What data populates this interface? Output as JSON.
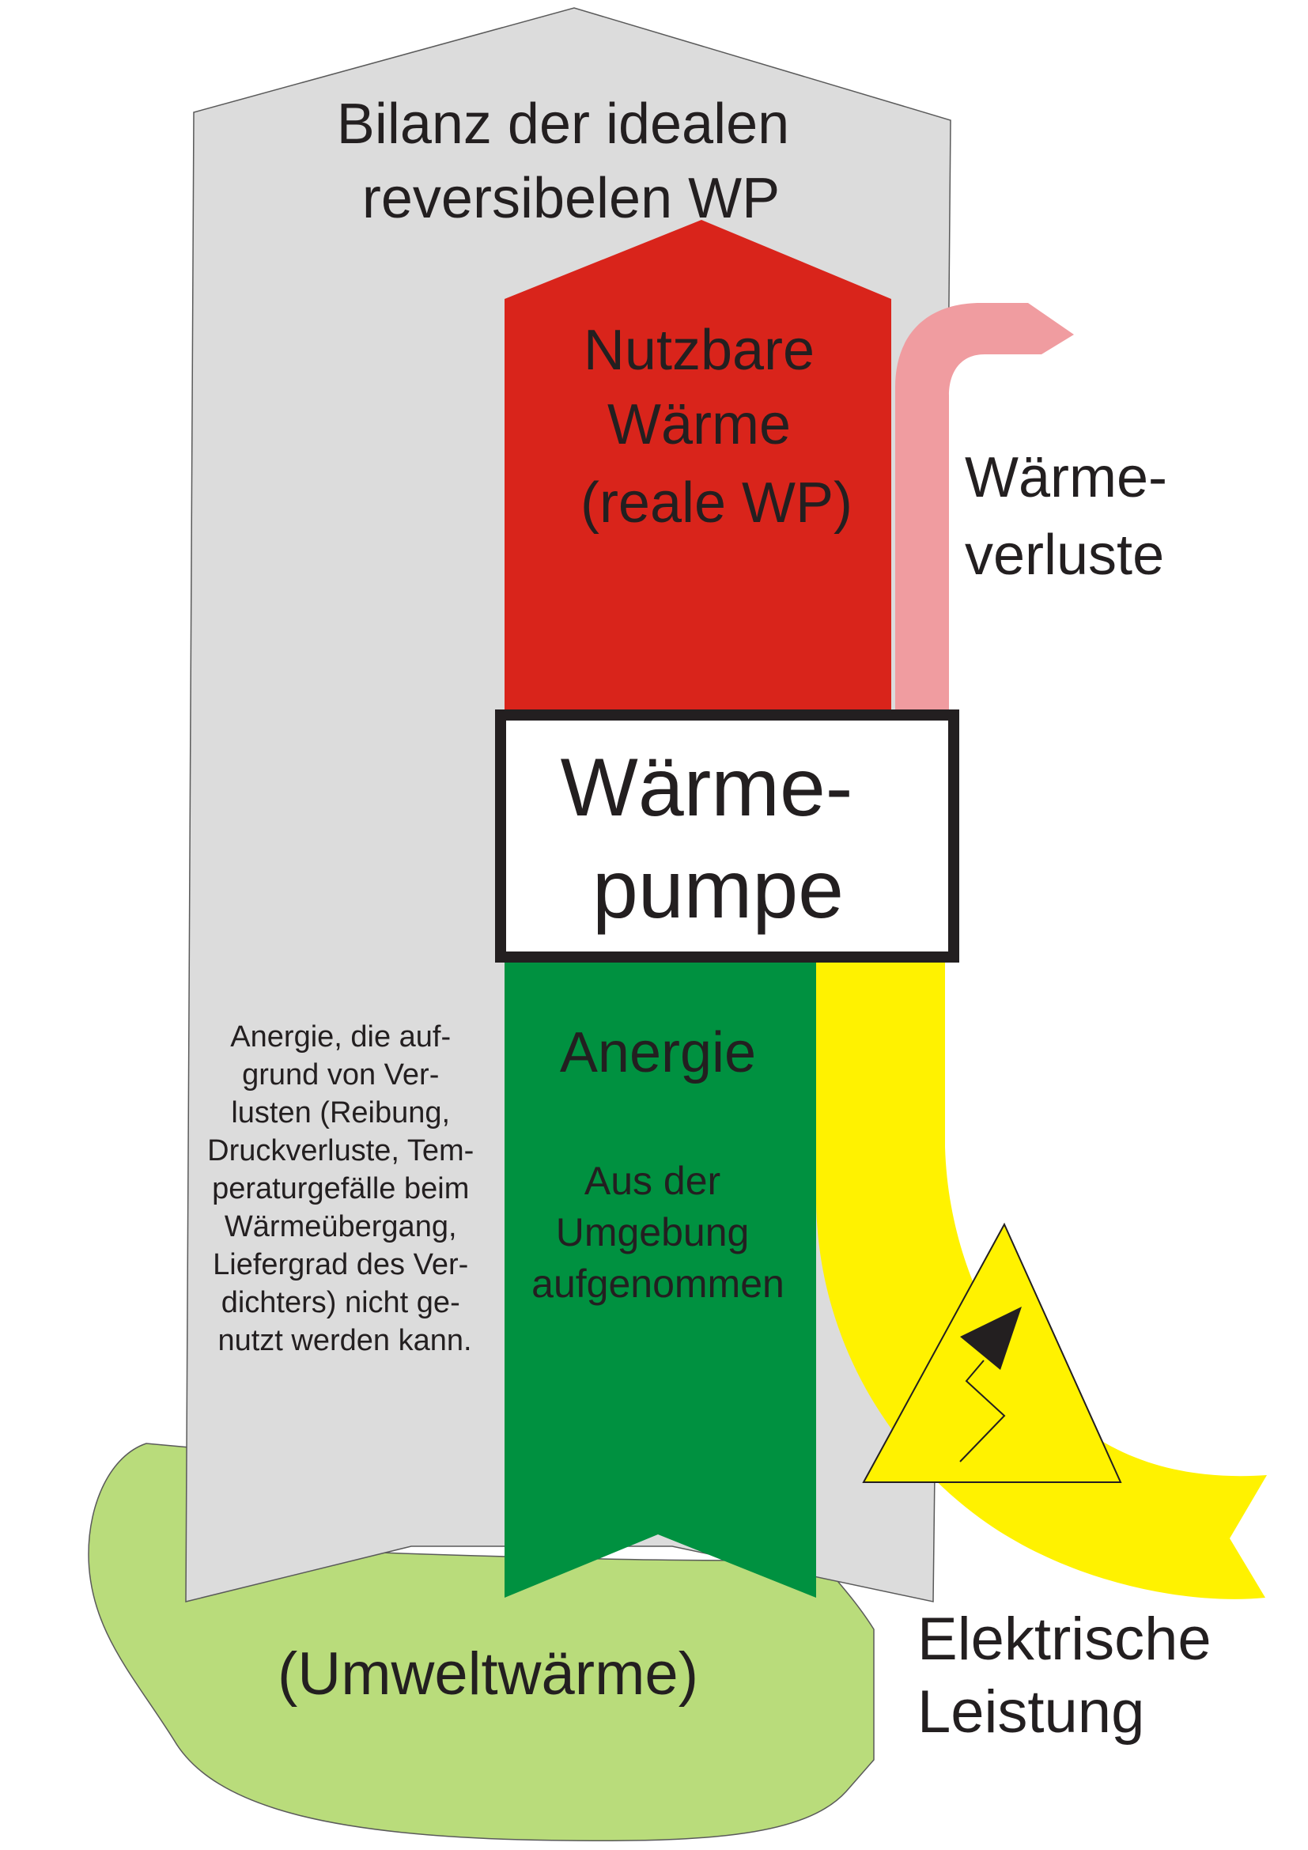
{
  "diagram": {
    "gray_label": [
      "Bilanz der idealen",
      "reversibelen WP"
    ],
    "red_label": [
      "Nutzbare",
      "Wärme",
      "(reale WP)"
    ],
    "loss_label": [
      "Wärme-",
      "verluste"
    ],
    "pump_label": [
      "Wärme-",
      "pumpe"
    ],
    "green_label": "Anergie",
    "green_sublabel": [
      "Aus der",
      "Umgebung",
      "aufgenommen"
    ],
    "gray_sidenote": [
      "Anergie, die auf-",
      "grund von Ver-",
      "lusten (Reibung,",
      "Druckverluste,  Tem-",
      "peraturgefälle beim",
      "Wärmeübergang,",
      "Liefergrad des Ver-",
      "dichters) nicht ge-",
      "nutzt werden kann."
    ],
    "env_label": "(Umweltwärme)",
    "electric_label": [
      "Elektrische",
      "Leistung"
    ]
  },
  "colors": {
    "gray": "#dcdcdc",
    "red": "#d9241b",
    "pink": "#f09ca0",
    "green": "#009140",
    "light_green": "#b9dc7b",
    "yellow": "#fff200",
    "outline": "#231f20"
  },
  "icons": {
    "warning": "electric-hazard-triangle-icon"
  }
}
